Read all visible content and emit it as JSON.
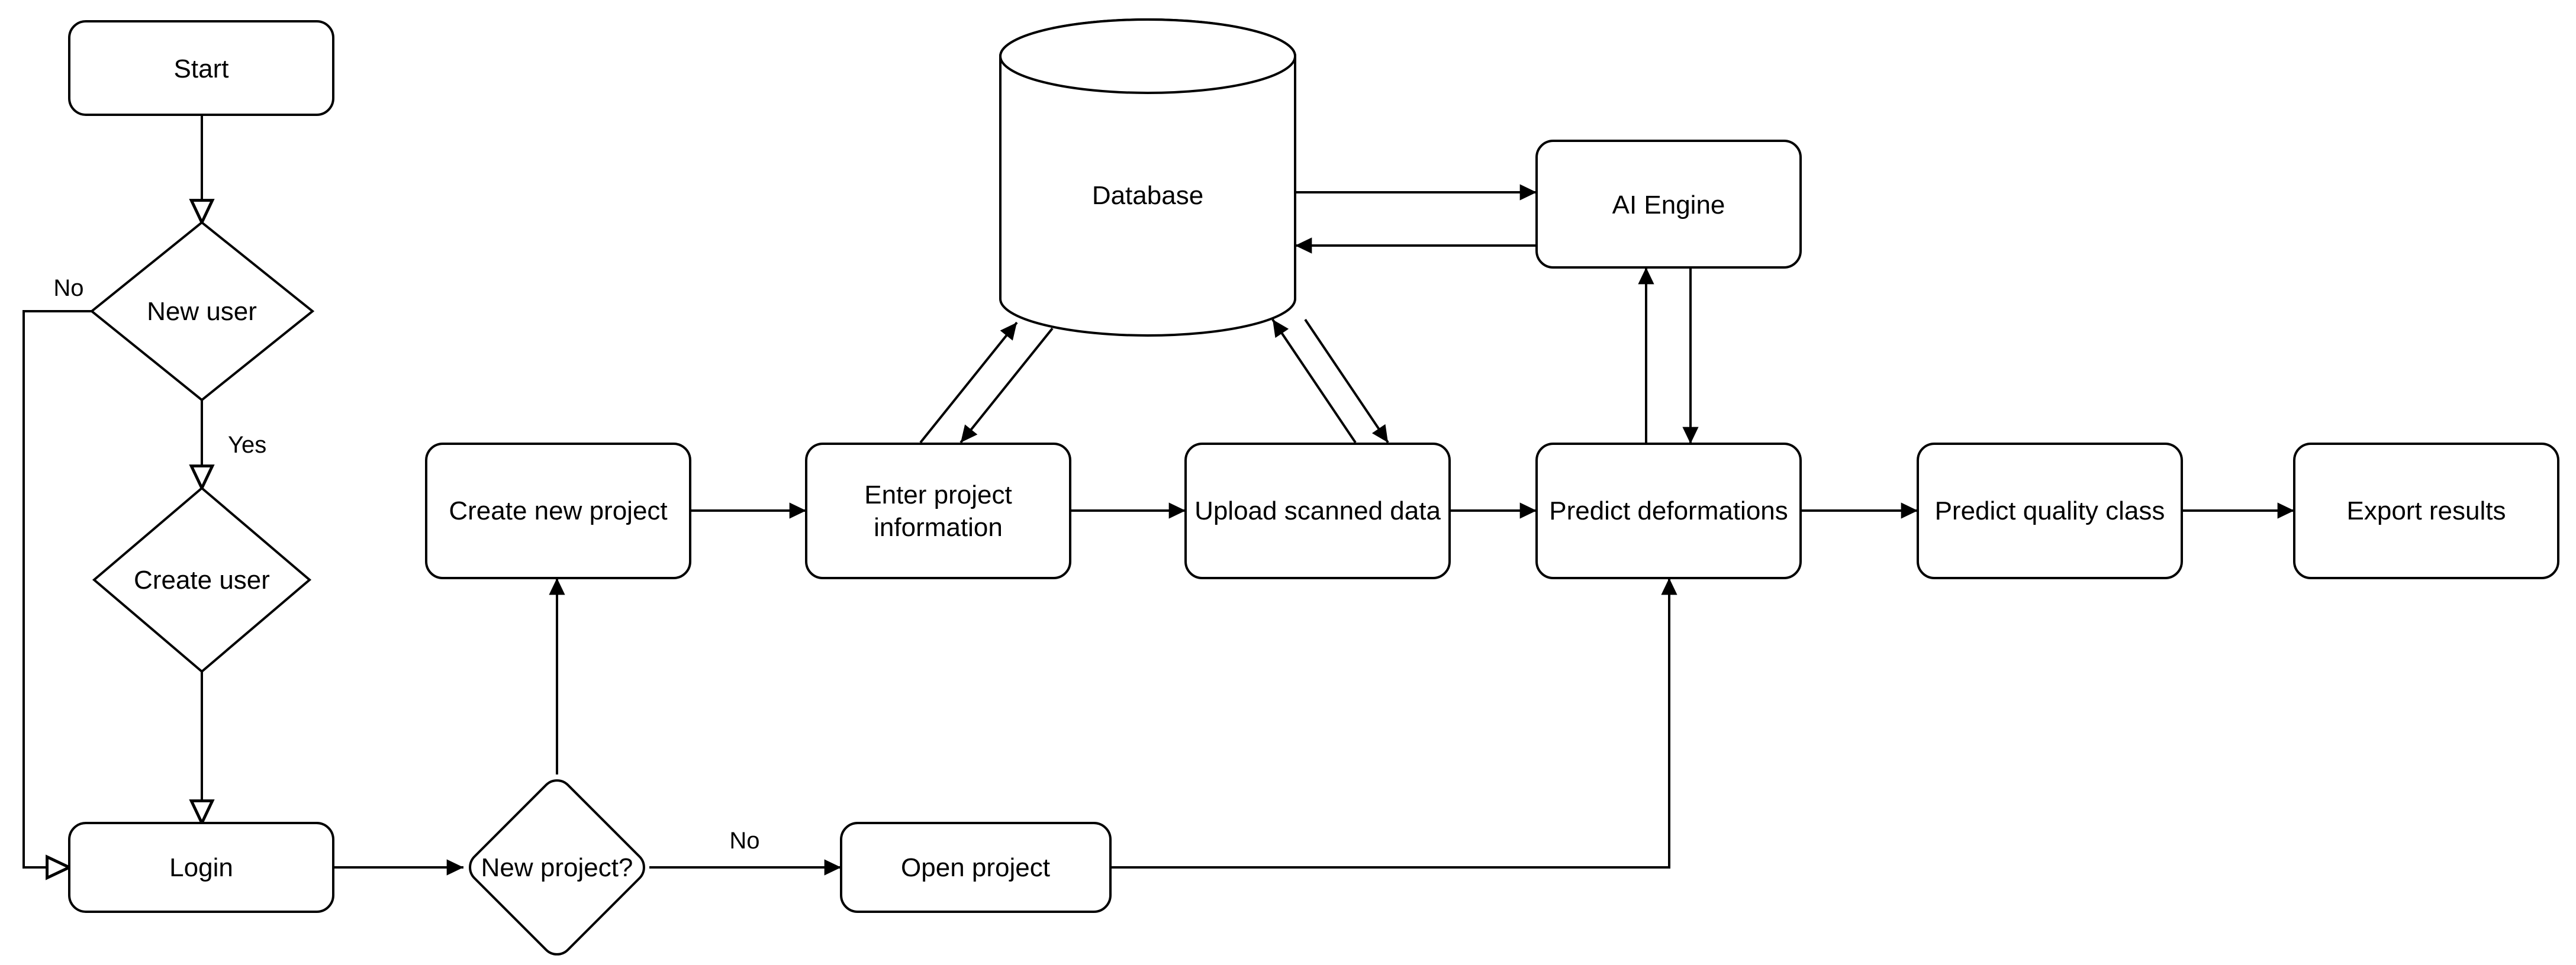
{
  "diagram": {
    "type": "flowchart",
    "background": "#ffffff"
  },
  "colors": {
    "stroke": "#000000",
    "node_fill": "#ffffff",
    "text": "#000000",
    "background": "#ffffff"
  },
  "nodes": {
    "start": {
      "label": "Start",
      "shape": "rounded-rectangle"
    },
    "new_user": {
      "label": "New user",
      "shape": "decision-diamond"
    },
    "create_user": {
      "label": "Create user",
      "shape": "decision-diamond"
    },
    "login": {
      "label": "Login",
      "shape": "rounded-rectangle"
    },
    "new_project": {
      "label": "New project?",
      "shape": "decision-diamond-rounded"
    },
    "create_new_project": {
      "label": "Create new project",
      "shape": "rounded-rectangle"
    },
    "enter_project_information": {
      "label": "Enter project information",
      "line1": "Enter project",
      "line2": "information",
      "shape": "rounded-rectangle"
    },
    "upload_scanned_data": {
      "label": "Upload scanned data",
      "shape": "rounded-rectangle"
    },
    "predict_deformations": {
      "label": "Predict deformations",
      "shape": "rounded-rectangle"
    },
    "predict_quality_class": {
      "label": "Predict quality class",
      "shape": "rounded-rectangle"
    },
    "export_results": {
      "label": "Export results",
      "shape": "rounded-rectangle"
    },
    "open_project": {
      "label": "Open project",
      "shape": "rounded-rectangle"
    },
    "database": {
      "label": "Database",
      "shape": "cylinder"
    },
    "ai_engine": {
      "label": "AI Engine",
      "shape": "rounded-rectangle"
    }
  },
  "edge_labels": {
    "new_user_no": "No",
    "new_user_yes": "Yes",
    "new_project_no": "No"
  },
  "edges": [
    {
      "from": "start",
      "to": "new_user",
      "arrow": "open"
    },
    {
      "from": "new_user",
      "to": "create_user",
      "arrow": "open",
      "label": "Yes"
    },
    {
      "from": "new_user",
      "to": "login",
      "arrow": "open",
      "label": "No"
    },
    {
      "from": "create_user",
      "to": "login",
      "arrow": "open"
    },
    {
      "from": "login",
      "to": "new_project",
      "arrow": "filled"
    },
    {
      "from": "new_project",
      "to": "create_new_project",
      "arrow": "filled"
    },
    {
      "from": "new_project",
      "to": "open_project",
      "arrow": "filled",
      "label": "No"
    },
    {
      "from": "create_new_project",
      "to": "enter_project_information",
      "arrow": "filled"
    },
    {
      "from": "enter_project_information",
      "to": "upload_scanned_data",
      "arrow": "filled"
    },
    {
      "from": "upload_scanned_data",
      "to": "predict_deformations",
      "arrow": "filled"
    },
    {
      "from": "predict_deformations",
      "to": "predict_quality_class",
      "arrow": "filled"
    },
    {
      "from": "predict_quality_class",
      "to": "export_results",
      "arrow": "filled"
    },
    {
      "from": "open_project",
      "to": "predict_deformations",
      "arrow": "filled"
    },
    {
      "from": "enter_project_information",
      "to": "database",
      "arrow": "filled"
    },
    {
      "from": "database",
      "to": "enter_project_information",
      "arrow": "filled"
    },
    {
      "from": "upload_scanned_data",
      "to": "database",
      "arrow": "filled"
    },
    {
      "from": "database",
      "to": "upload_scanned_data",
      "arrow": "filled"
    },
    {
      "from": "database",
      "to": "ai_engine",
      "arrow": "filled"
    },
    {
      "from": "ai_engine",
      "to": "database",
      "arrow": "filled"
    },
    {
      "from": "predict_deformations",
      "to": "ai_engine",
      "arrow": "filled"
    },
    {
      "from": "ai_engine",
      "to": "predict_deformations",
      "arrow": "filled"
    }
  ]
}
